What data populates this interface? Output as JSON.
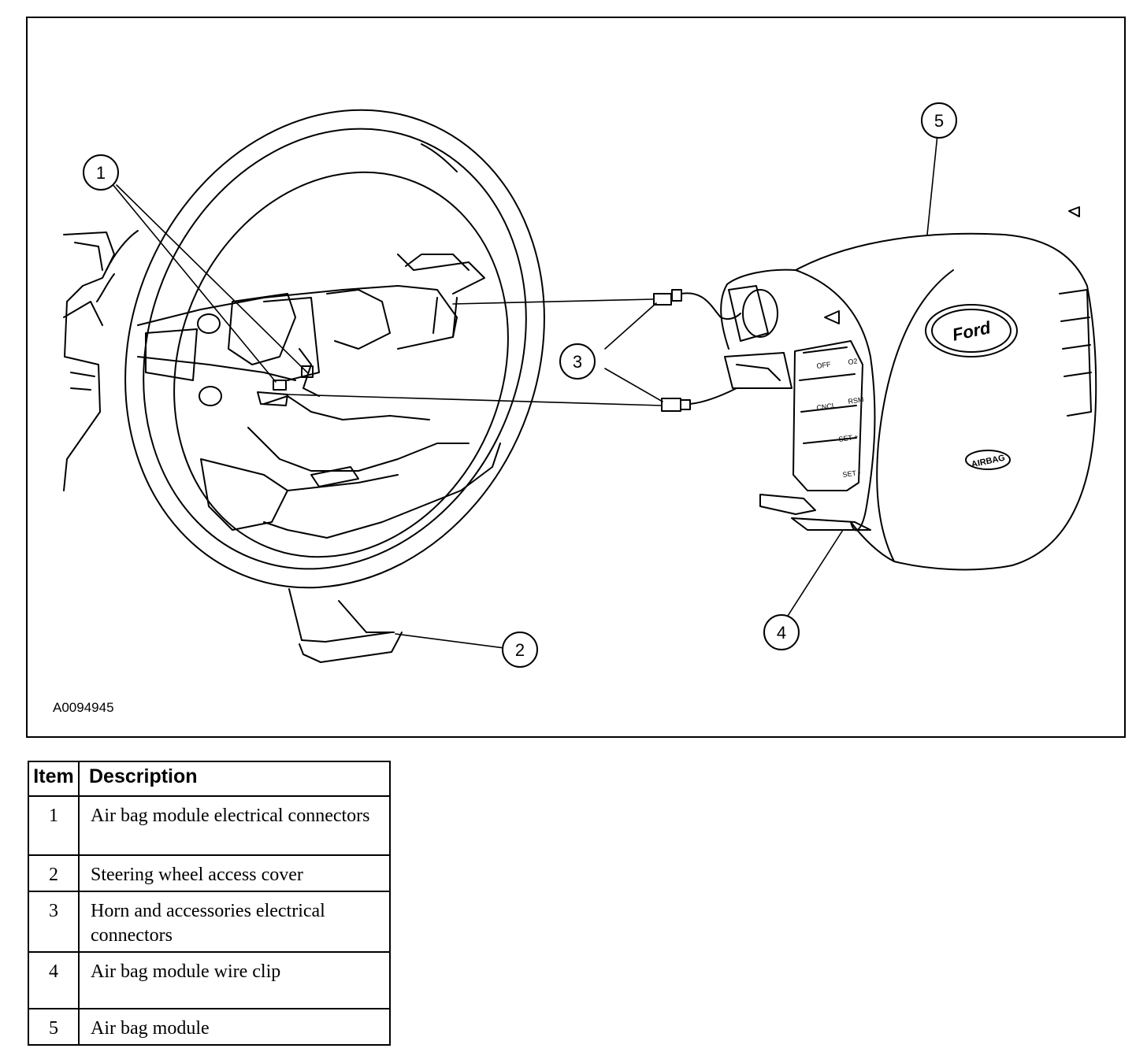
{
  "figure": {
    "id": "A0094945",
    "callouts": [
      "1",
      "2",
      "3",
      "4",
      "5"
    ],
    "module_markings": {
      "logo": "Ford",
      "airbag": "AIRBAG",
      "buttons": [
        "OFF",
        "O2",
        "CNCL",
        "RSM",
        "SET +",
        "SET -"
      ]
    }
  },
  "table": {
    "headers": {
      "item": "Item",
      "description": "Description"
    },
    "rows": [
      {
        "item": "1",
        "description": "Air bag module electrical connectors"
      },
      {
        "item": "2",
        "description": "Steering wheel access cover"
      },
      {
        "item": "3",
        "description": "Horn and accessories electrical connectors"
      },
      {
        "item": "4",
        "description": "Air bag module wire clip"
      },
      {
        "item": "5",
        "description": "Air bag module"
      }
    ]
  }
}
